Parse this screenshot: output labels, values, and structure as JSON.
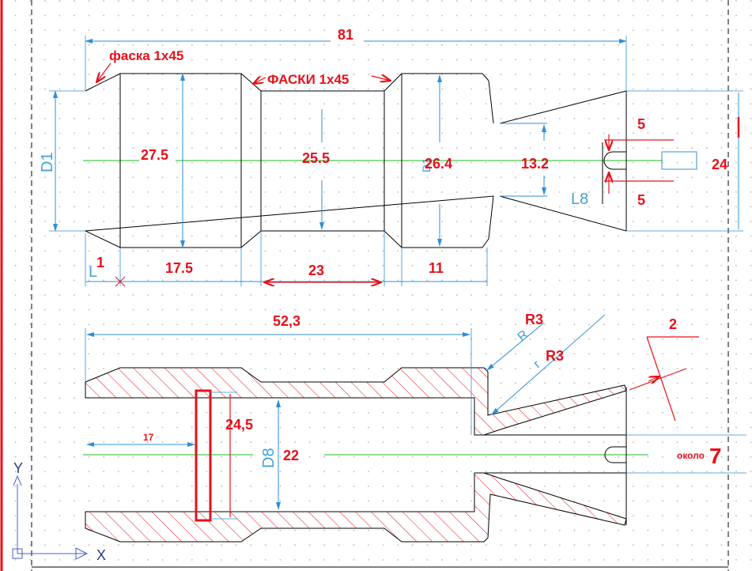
{
  "colors": {
    "background": "#ffffff",
    "outline": "#000000",
    "dimension": "#2f8fd8",
    "annotation": "#e8101a",
    "centerline": "#1fb81f",
    "grid_dot": "#b8b8b8"
  },
  "top_view": {
    "total_length": "81",
    "chamfer_note_left": "фаска 1x45",
    "chamfer_note_mid": "ФАСКИ 1x45",
    "dia_label_d1": "D1",
    "dia_27_5": "27.5",
    "dia_25_5": "25.5",
    "dia_26_4": "26.4",
    "d1_small": "D1",
    "slot_half": "13.2",
    "slot_width_top": "5",
    "slot_width_bottom": "5",
    "slot_label": "L8",
    "outer_24": "24",
    "len_1": "1",
    "len_l_symbol": "L",
    "len_17_5": "17.5",
    "len_23": "23",
    "len_11": "11"
  },
  "section_view": {
    "bore_depth": "52,3",
    "radius_upper": "R3",
    "radius_lower": "R3",
    "r_small_1": "R",
    "r_small_2": "r",
    "wall_2": "2",
    "len_17": "17",
    "dia_24_5": "24,5",
    "dia_d8": "D8",
    "dia_22": "22",
    "approx_label": "около",
    "approx_value": "7"
  },
  "ucs": {
    "x_label": "X",
    "y_label": "Y"
  }
}
